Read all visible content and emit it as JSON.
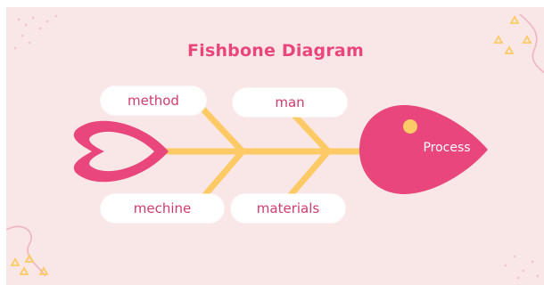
{
  "title": "Fishbone Diagram",
  "causes": {
    "top_left": "method",
    "top_right": "man",
    "bottom_left": "mechine",
    "bottom_right": "materials"
  },
  "effect": "Process",
  "colors": {
    "background": "#f9e7e7",
    "title": "#e8467c",
    "fish": "#e8467c",
    "bones": "#fdca66",
    "eye": "#fdca66",
    "label_text": "#d03c6d",
    "label_bg": "#ffffff"
  }
}
